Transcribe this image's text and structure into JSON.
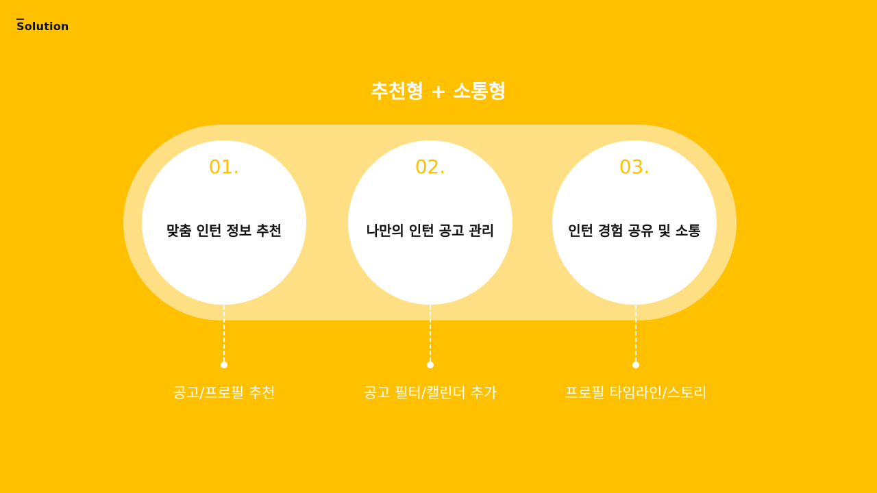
{
  "header": {
    "section_label": "Solution",
    "title": "추천형 + 소통형"
  },
  "features": [
    {
      "number": "01.",
      "title": "맞춤 인턴 정보 추천",
      "caption": "공고/프로필 추천"
    },
    {
      "number": "02.",
      "title": "나만의 인턴 공고 관리",
      "caption": "공고 필터/캘린더 추가"
    },
    {
      "number": "03.",
      "title": "인턴 경험 공유 및 소통",
      "caption": "프로필 타임라인/스토리"
    }
  ],
  "colors": {
    "background": "#FFC000",
    "pill": "#FFDF84",
    "circle": "#FFFFFF",
    "number": "#FFC000",
    "text_dark": "#111111",
    "text_light": "#FFFFFF"
  }
}
